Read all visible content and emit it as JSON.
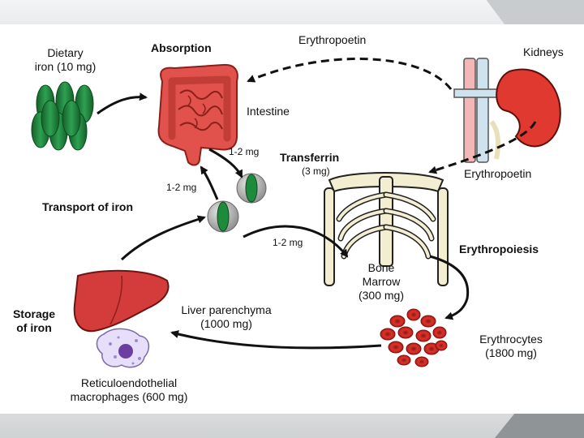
{
  "labels": {
    "dietary_iron": [
      "Dietary",
      "iron (10 mg)"
    ],
    "absorption": "Absorption",
    "intestine": "Intestine",
    "erythropoietin_top": "Erythropoetin",
    "kidneys": "Kidneys",
    "transferrin": "Transferrin",
    "transferrin_amount": "(3 mg)",
    "erythropoietin_right": "Erythropoetin",
    "transport_of_iron": "Transport of iron",
    "flux_intestine_to_transferrin": "1-2 mg",
    "flux_transferrin_to_intestine": "1-2 mg",
    "flux_to_bone_marrow": "1-2 mg",
    "erythropoiesis": "Erythropoiesis",
    "bone_marrow": [
      "Bone",
      "Marrow",
      "(300 mg)"
    ],
    "storage_of_iron": [
      "Storage",
      "of iron"
    ],
    "liver_parenchyma": [
      "Liver parenchyma",
      "(1000 mg)"
    ],
    "erythrocytes": [
      "Erythrocytes",
      "(1800 mg)"
    ],
    "macrophages": [
      "Reticuloendothelial",
      "macrophages (600 mg)"
    ]
  },
  "colors": {
    "pill_green": "#1e8a3c",
    "intestine_red": "#e0524b",
    "liver_red": "#d33c3a",
    "kidney_red": "#e0392f",
    "rbc_red": "#c8231e",
    "bone": "#f3edd2",
    "macrophage_purple": "#6b3ea0",
    "transferrin_grey": "#a8a8a8"
  }
}
